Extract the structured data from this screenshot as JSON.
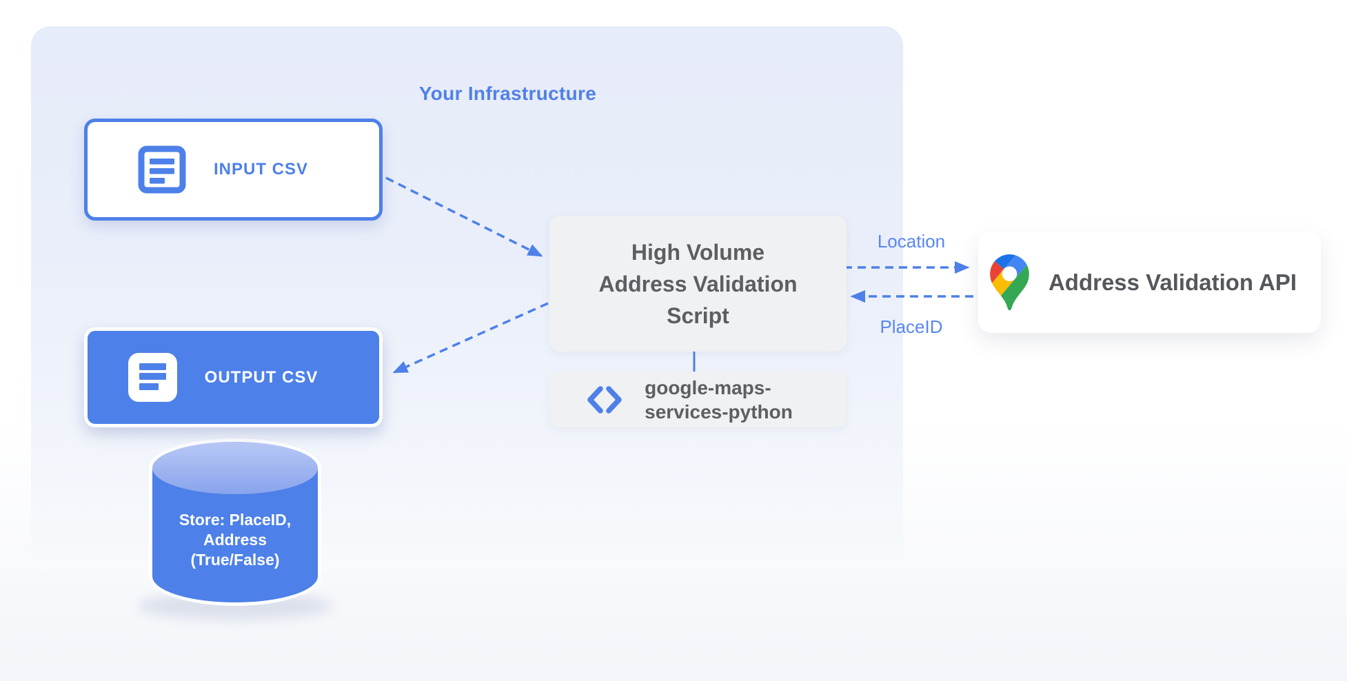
{
  "diagram": {
    "title": "Your Infrastructure",
    "colors": {
      "accent_blue": "#4d80e8",
      "edge_label_blue": "#5787f0",
      "dark_text": "#5b5e62",
      "panel_gray": "#f0f1f2",
      "container_blue": "#e7ecfa",
      "cylinder_top_light": "#bac9f6",
      "cylinder_top_dark": "#8aa5ed",
      "pin_dark_blue": "#1a73e8",
      "pin_blue": "#4285f4",
      "pin_red": "#ea4335",
      "pin_yellow": "#fbbc04",
      "pin_green": "#34a853"
    },
    "nodes": {
      "input_csv": {
        "label": "INPUT CSV",
        "icon": "document-lines-icon"
      },
      "output_csv": {
        "label": "OUTPUT CSV",
        "icon": "document-lines-icon"
      },
      "script": {
        "label": "High Volume\nAddress Validation\nScript"
      },
      "library": {
        "label": "google-maps-\nservices-python",
        "icon": "code-icon"
      },
      "api": {
        "label": "Address Validation API",
        "icon": "google-maps-pin-icon"
      },
      "datastore": {
        "label": "Store: PlaceID,\nAddress\n(True/False)"
      }
    },
    "edges": {
      "location_label": "Location",
      "placeid_label": "PlaceID"
    }
  }
}
